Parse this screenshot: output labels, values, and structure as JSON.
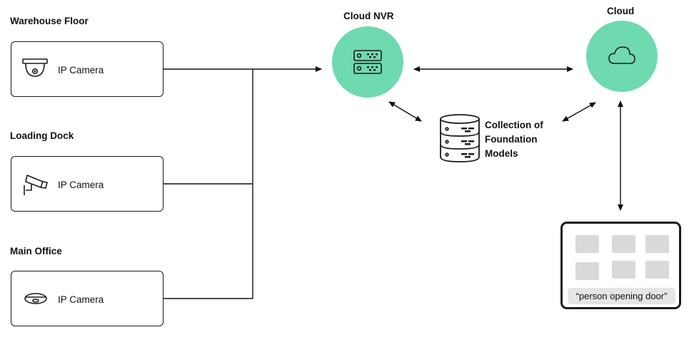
{
  "sections": [
    {
      "title": "Warehouse Floor",
      "camera_label": "IP Camera",
      "icon": "dome-camera-icon"
    },
    {
      "title": "Loading Dock",
      "camera_label": "IP Camera",
      "icon": "bullet-camera-icon"
    },
    {
      "title": "Main Office",
      "camera_label": "IP Camera",
      "icon": "ceiling-camera-icon"
    }
  ],
  "nvr": {
    "title": "Cloud NVR",
    "icon": "server-rack-icon"
  },
  "cloud": {
    "title": "Cloud",
    "icon": "cloud-icon"
  },
  "models": {
    "line1": "Collection of",
    "line2": "Foundation",
    "line3": "Models",
    "icon": "database-icon"
  },
  "search_panel": {
    "query": "“person opening door”"
  },
  "colors": {
    "accent": "#6fd9b0",
    "stroke": "#1a1a1a",
    "thumb": "#d9d9d9"
  }
}
